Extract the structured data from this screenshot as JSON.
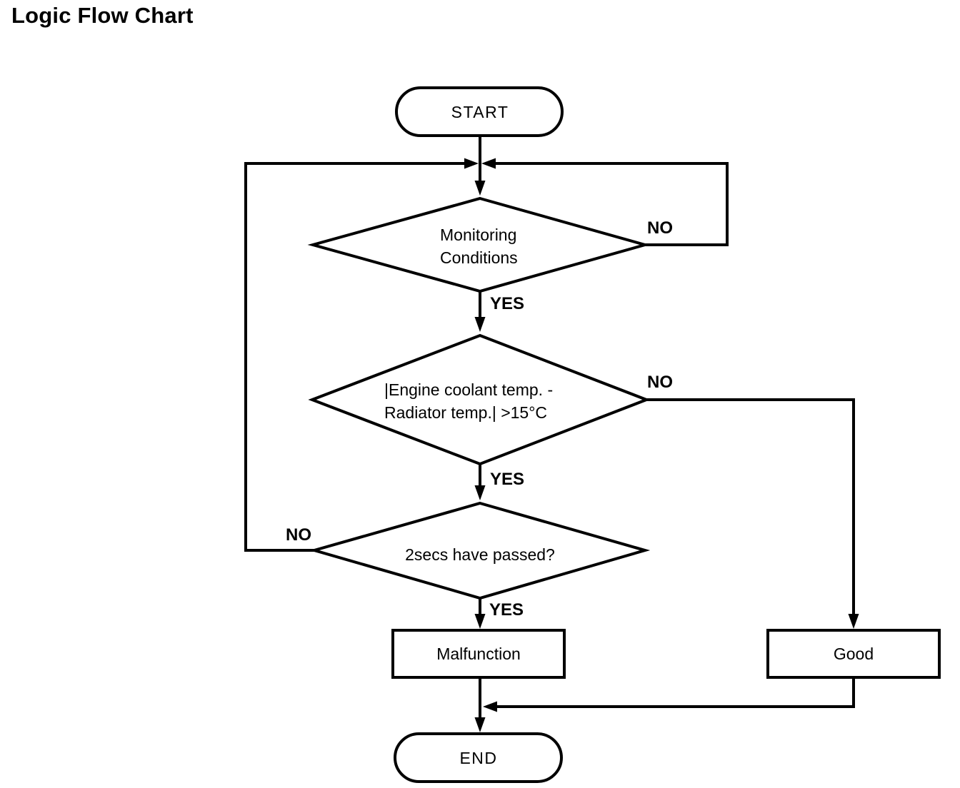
{
  "title": "Logic Flow Chart",
  "colors": {
    "line": "#000000",
    "text": "#000000",
    "background": "#ffffff"
  },
  "nodes": {
    "start": {
      "type": "terminator",
      "label": "START"
    },
    "monitoring_conditions": {
      "type": "decision",
      "line1": "Monitoring",
      "line2": "Conditions"
    },
    "coolant_delta": {
      "type": "decision",
      "line1": "|Engine coolant temp. -",
      "line2": "Radiator temp.| >15°C"
    },
    "two_secs": {
      "type": "decision",
      "label": "2secs have passed?"
    },
    "malfunction": {
      "type": "process",
      "label": "Malfunction"
    },
    "good": {
      "type": "process",
      "label": "Good"
    },
    "end": {
      "type": "terminator",
      "label": "END"
    }
  },
  "edges": {
    "monitoring_no": "NO",
    "monitoring_yes": "YES",
    "coolant_no": "NO",
    "coolant_yes": "YES",
    "two_secs_no": "NO",
    "two_secs_yes": "YES"
  }
}
